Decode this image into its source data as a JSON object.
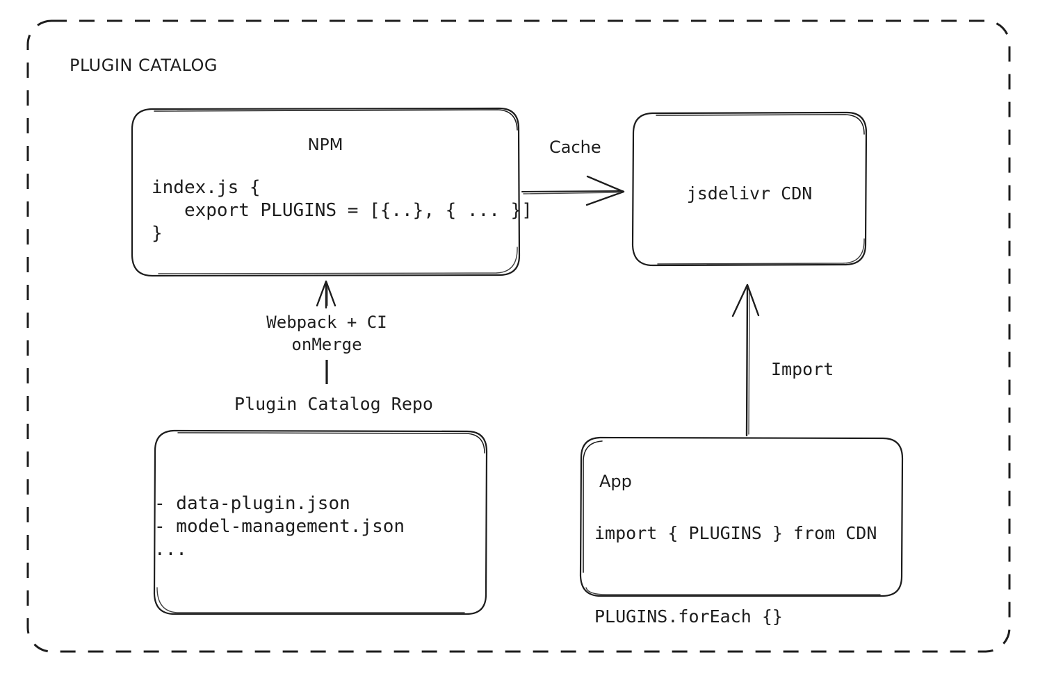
{
  "diagram": {
    "group": {
      "title": "PLUGIN CATALOG"
    },
    "nodes": {
      "npm": {
        "title": "NPM",
        "code": "index.js {\n   export PLUGINS = [{..}, { ... }]\n}"
      },
      "cdn": {
        "title": "jsdelivr CDN"
      },
      "repo": {
        "label": "Plugin Catalog Repo",
        "files": "- data-plugin.json\n- model-management.json\n..."
      },
      "app": {
        "title": "App",
        "code": "import { PLUGINS } from CDN\n\nPLUGINS.forEach {}"
      }
    },
    "edges": {
      "cache": "Cache",
      "build": "Webpack + CI\nonMerge",
      "import": "Import"
    },
    "colors": {
      "stroke": "#1d1d1d",
      "background": "#ffffff",
      "text": "#1d1d1d"
    }
  }
}
